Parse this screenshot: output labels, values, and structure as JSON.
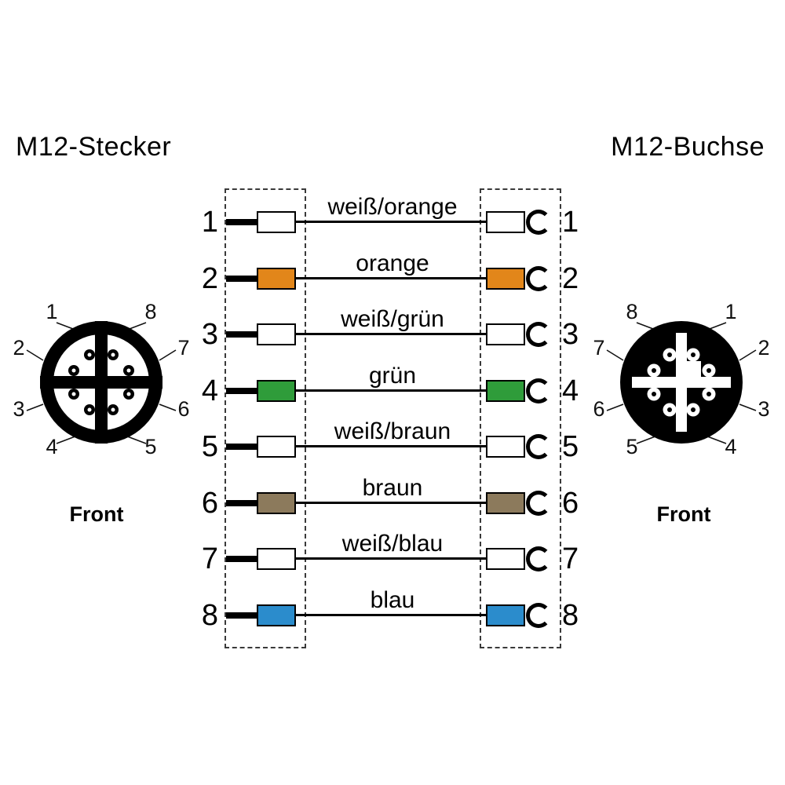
{
  "titles": {
    "left": "M12-Stecker",
    "right": "M12-Buchse"
  },
  "connectors": {
    "left": {
      "front_label": "Front",
      "labels": {
        "top_left": "1",
        "top_right": "8",
        "upper_left": "2",
        "upper_right": "7",
        "lower_left": "3",
        "lower_right": "6",
        "bottom_left": "4",
        "bottom_right": "5"
      }
    },
    "right": {
      "front_label": "Front",
      "labels": {
        "top_left": "8",
        "top_right": "1",
        "upper_left": "7",
        "upper_right": "2",
        "lower_left": "6",
        "lower_right": "3",
        "bottom_left": "5",
        "bottom_right": "4"
      }
    }
  },
  "wiring": {
    "rows": [
      {
        "pin_left": "1",
        "pin_right": "1",
        "label": "weiß/orange",
        "color": "#ffffff"
      },
      {
        "pin_left": "2",
        "pin_right": "2",
        "label": "orange",
        "color": "#e2861a"
      },
      {
        "pin_left": "3",
        "pin_right": "3",
        "label": "weiß/grün",
        "color": "#ffffff"
      },
      {
        "pin_left": "4",
        "pin_right": "4",
        "label": "grün",
        "color": "#2f9c3a"
      },
      {
        "pin_left": "5",
        "pin_right": "5",
        "label": "weiß/braun",
        "color": "#ffffff"
      },
      {
        "pin_left": "6",
        "pin_right": "6",
        "label": "braun",
        "color": "#8c7a5c"
      },
      {
        "pin_left": "7",
        "pin_right": "7",
        "label": "weiß/blau",
        "color": "#ffffff"
      },
      {
        "pin_left": "8",
        "pin_right": "8",
        "label": "blau",
        "color": "#2b8ccc"
      }
    ]
  }
}
